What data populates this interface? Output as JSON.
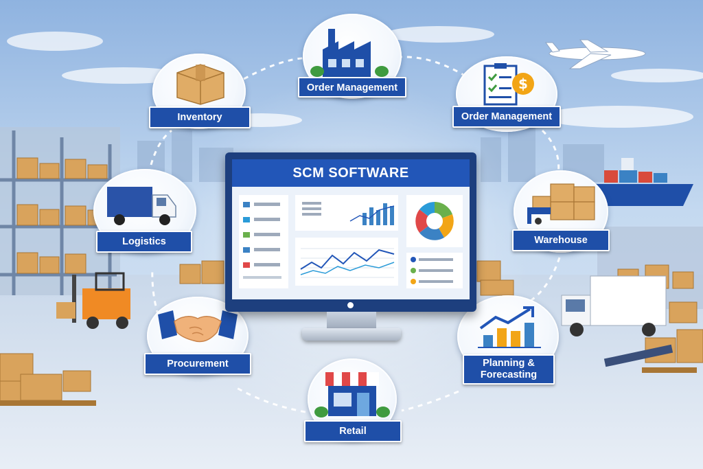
{
  "title": "SCM SOFTWARE",
  "nodes": [
    {
      "id": "order-management-top",
      "label": "Order Management",
      "icon": "factory-icon"
    },
    {
      "id": "inventory",
      "label": "Inventory",
      "icon": "box-icon"
    },
    {
      "id": "order-management-right",
      "label": "Order Management",
      "icon": "checklist-dollar-icon"
    },
    {
      "id": "logistics",
      "label": "Logistics",
      "icon": "truck-icon"
    },
    {
      "id": "warehouse",
      "label": "Warehouse",
      "icon": "pallet-boxes-icon"
    },
    {
      "id": "procurement",
      "label": "Procurement",
      "icon": "handshake-icon"
    },
    {
      "id": "planning-forecasting",
      "label": "Planning & Forecasting",
      "icon": "growth-chart-icon"
    },
    {
      "id": "retail",
      "label": "Retail",
      "icon": "storefront-icon"
    }
  ],
  "colors": {
    "accent": "#1f4fa8",
    "screen_header": "#2256b8",
    "sky": "#a9c6e8",
    "box": "#d9a35c",
    "connector": "#ffffff"
  }
}
